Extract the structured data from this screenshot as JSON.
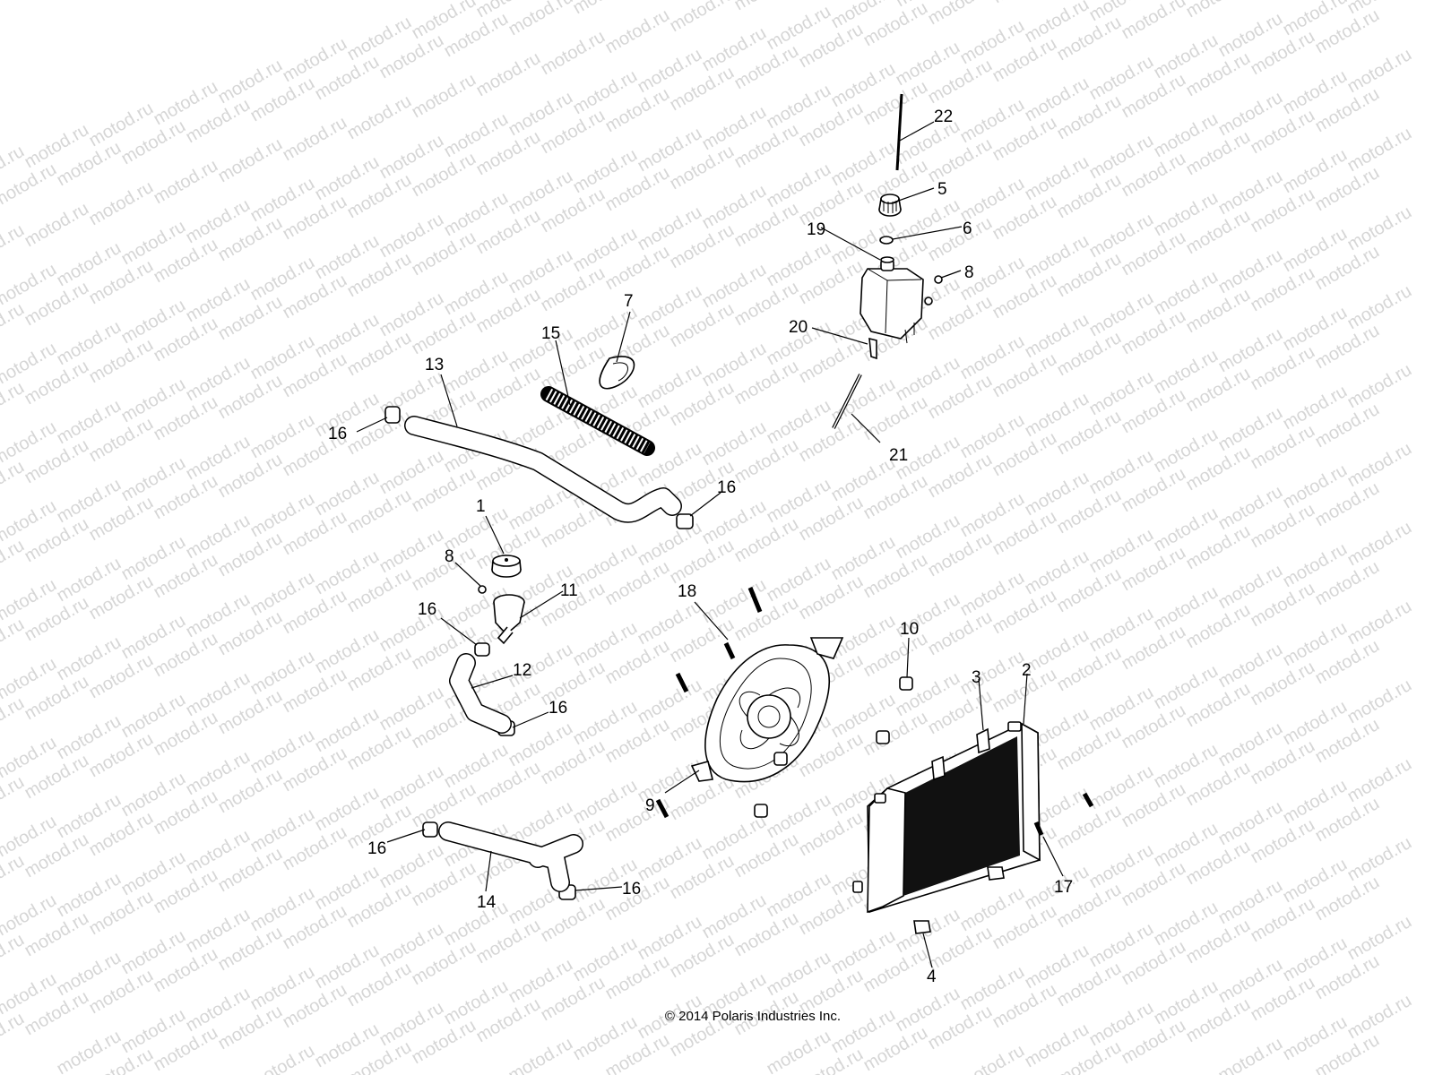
{
  "watermark": "motod.ru",
  "copyright": "© 2014 Polaris Industries Inc.",
  "callouts": {
    "c1": "1",
    "c2": "2",
    "c3": "3",
    "c4": "4",
    "c5": "5",
    "c6": "6",
    "c7": "7",
    "c8a": "8",
    "c8b": "8",
    "c9": "9",
    "c10": "10",
    "c11": "11",
    "c12": "12",
    "c13": "13",
    "c14": "14",
    "c15": "15",
    "c16a": "16",
    "c16b": "16",
    "c16c": "16",
    "c16d": "16",
    "c16e": "16",
    "c16f": "16",
    "c17": "17",
    "c18": "18",
    "c19": "19",
    "c20": "20",
    "c21": "21",
    "c22": "22"
  }
}
